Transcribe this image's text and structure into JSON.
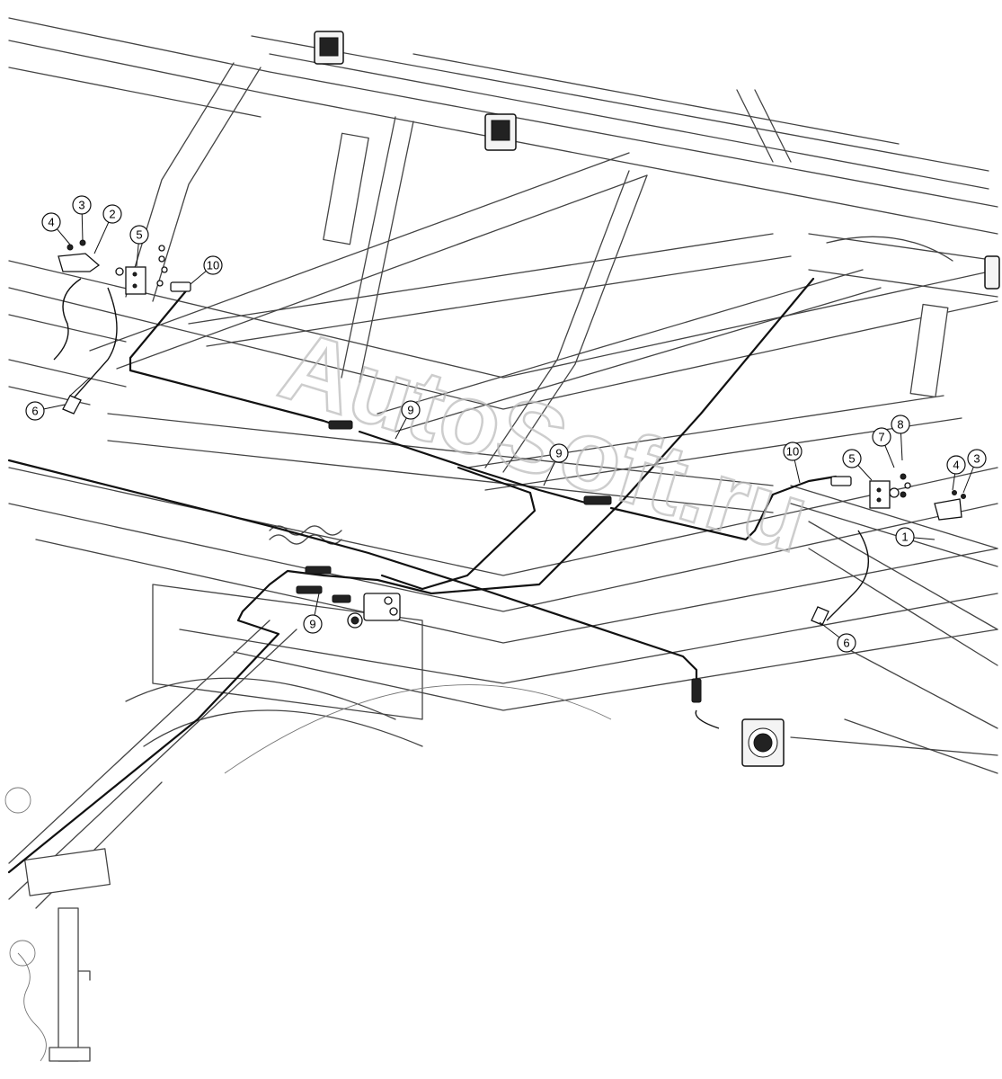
{
  "watermark": {
    "text": "AutoSoft.ru"
  },
  "callouts": [
    {
      "label": "1"
    },
    {
      "label": "2"
    },
    {
      "label": "3"
    },
    {
      "label": "3"
    },
    {
      "label": "4"
    },
    {
      "label": "4"
    },
    {
      "label": "5"
    },
    {
      "label": "5"
    },
    {
      "label": "6"
    },
    {
      "label": "6"
    },
    {
      "label": "7"
    },
    {
      "label": "8"
    },
    {
      "label": "9"
    },
    {
      "label": "9"
    },
    {
      "label": "9"
    },
    {
      "label": "10"
    },
    {
      "label": "10"
    }
  ],
  "icons": {
    "lamp": "rear-lamp-icon",
    "connector": "connector-icon",
    "bracket": "bracket-icon"
  },
  "colors": {
    "frame_line": "#444444",
    "harness_line": "#111111",
    "watermark": "#bdbdbd",
    "background": "#ffffff"
  }
}
